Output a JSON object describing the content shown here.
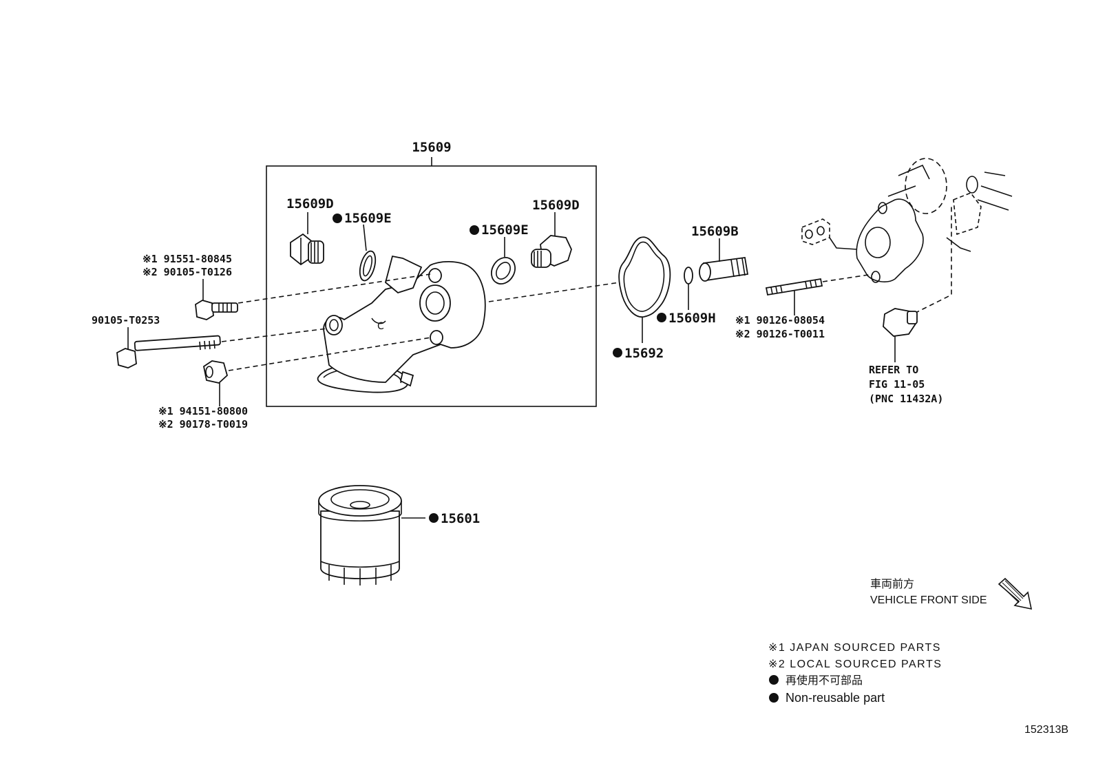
{
  "diagram_id": "152313B",
  "callouts": {
    "c15609": "15609",
    "c15609D_left": "15609D",
    "c15609E_left": "15609E",
    "c15609E_right": "15609E",
    "c15609D_right": "15609D",
    "c15609B": "15609B",
    "c15609H": "15609H",
    "c15692": "15692",
    "c15601": "15601",
    "bolt_top_1": "※1 91551-80845",
    "bolt_top_2": "※2 90105-T0126",
    "bolt_long": "90105-T0253",
    "nut_1": "※1 94151-80800",
    "nut_2": "※2 90178-T0019",
    "stud_1": "※1 90126-08054",
    "stud_2": "※2 90126-T0011",
    "refer_1": "REFER TO",
    "refer_2": "FIG 11-05",
    "refer_3": "(PNC 11432A)"
  },
  "direction": {
    "jp": "車両前方",
    "en": "VEHICLE FRONT SIDE"
  },
  "legend": {
    "l1": "※1 JAPAN SOURCED PARTS",
    "l2": "※2 LOCAL SOURCED PARTS",
    "l3": "再使用不可部品",
    "l4": "Non-reusable part"
  }
}
